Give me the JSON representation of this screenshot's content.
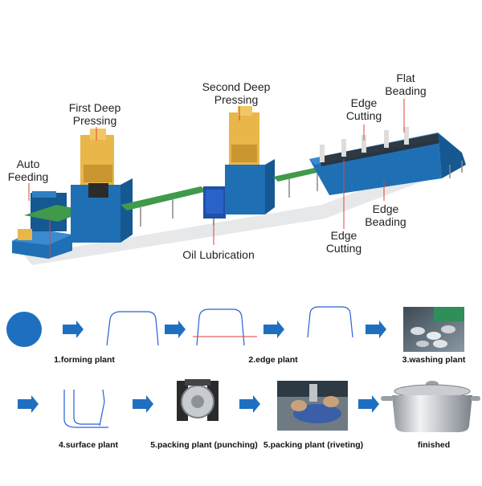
{
  "machine_labels": {
    "auto_feeding": "Auto\nFeeding",
    "first_deep_pressing": "First Deep\nPressing",
    "second_deep_pressing": "Second Deep\nPressing",
    "oil_lubrication": "Oil Lubrication",
    "edge_cutting_top": "Edge\nCutting",
    "flat_beading": "Flat\nBeading",
    "edge_beading": "Edge\nBeading",
    "edge_cutting_bottom": "Edge\nCutting"
  },
  "process_steps": [
    "1.forming plant",
    "2.edge plant",
    "3.washing plant",
    "4.surface plant",
    "5.packing plant (punching)",
    "5.packing plant (riveting)",
    "finished"
  ],
  "colors": {
    "machine_blue": "#1f6fb5",
    "machine_dark": "#155892",
    "press_yellow": "#e9b64a",
    "conveyor_green": "#3f9a4a",
    "arrow_blue": "#1f6fc0",
    "outline_blue": "#2a5fd6",
    "cut_line_red": "#e23b3b"
  }
}
